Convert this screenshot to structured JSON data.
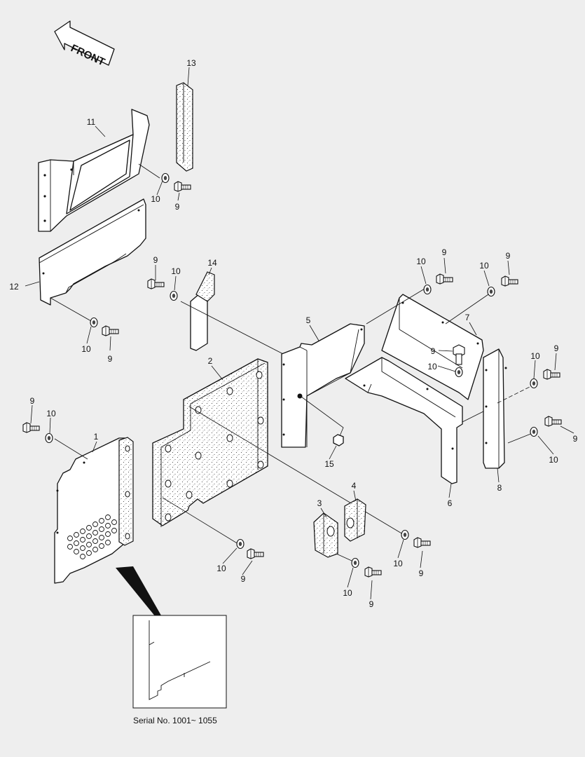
{
  "front_label": "FRONT",
  "serial_note": "Serial No. 1001~ 1055",
  "callouts": [
    {
      "id": "c1",
      "text": "1"
    },
    {
      "id": "c2",
      "text": "2"
    },
    {
      "id": "c3",
      "text": "3"
    },
    {
      "id": "c4",
      "text": "4"
    },
    {
      "id": "c5",
      "text": "5"
    },
    {
      "id": "c6",
      "text": "6"
    },
    {
      "id": "c7",
      "text": "7"
    },
    {
      "id": "c8",
      "text": "8"
    },
    {
      "id": "c11",
      "text": "11"
    },
    {
      "id": "c12",
      "text": "12"
    },
    {
      "id": "c13",
      "text": "13"
    },
    {
      "id": "c14",
      "text": "14"
    },
    {
      "id": "c15",
      "text": "15"
    },
    {
      "id": "b1",
      "text": "9"
    },
    {
      "id": "w1",
      "text": "10"
    },
    {
      "id": "b2",
      "text": "9"
    },
    {
      "id": "w2",
      "text": "10"
    },
    {
      "id": "b3",
      "text": "9"
    },
    {
      "id": "w3",
      "text": "10"
    },
    {
      "id": "b4",
      "text": "9"
    },
    {
      "id": "w4",
      "text": "10"
    },
    {
      "id": "b5",
      "text": "9"
    },
    {
      "id": "w5",
      "text": "10"
    },
    {
      "id": "b6",
      "text": "9"
    },
    {
      "id": "w6",
      "text": "10"
    },
    {
      "id": "b7",
      "text": "9"
    },
    {
      "id": "w7",
      "text": "10"
    },
    {
      "id": "b8",
      "text": "9"
    },
    {
      "id": "w8",
      "text": "10"
    },
    {
      "id": "b9",
      "text": "9"
    },
    {
      "id": "w9",
      "text": "10"
    },
    {
      "id": "b10",
      "text": "9"
    },
    {
      "id": "w10",
      "text": "10"
    },
    {
      "id": "b11",
      "text": "9"
    },
    {
      "id": "w11",
      "text": "10"
    },
    {
      "id": "b12",
      "text": "9"
    },
    {
      "id": "w12",
      "text": "10"
    }
  ]
}
